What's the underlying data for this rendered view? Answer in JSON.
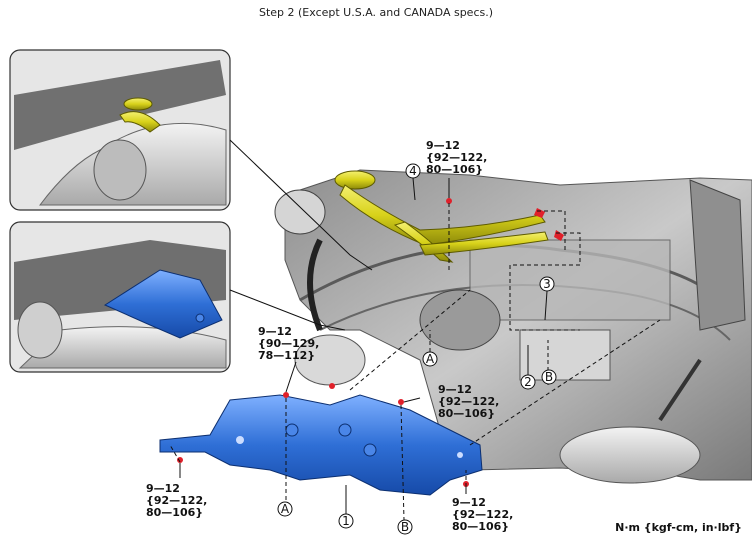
{
  "header": {
    "title": "Step 2 (Except U.S.A. and CANADA specs.)"
  },
  "torques": [
    {
      "id": "t-top",
      "text": "9—12\n{92—122,\n80—106}"
    },
    {
      "id": "t-left",
      "text": "9—12\n{90—129,\n78—112}"
    },
    {
      "id": "t-mid",
      "text": "9—12\n{92—122,\n80—106}"
    },
    {
      "id": "t-bottom-left",
      "text": "9—12\n{92—122,\n80—106}"
    },
    {
      "id": "t-bottom-right",
      "text": "9—12\n{92—122,\n80—106}"
    }
  ],
  "callouts": {
    "n1": "1",
    "n2": "2",
    "n3": "3",
    "n4": "4",
    "a_upper": "A",
    "a_lower": "A",
    "b_upper": "B",
    "b_lower": "B"
  },
  "footer": {
    "units": "N·m {kgf-cm, in·lbf}"
  },
  "colors": {
    "bracket_blue": "#2f6fd6",
    "filler_yellow": "#d8d21a",
    "bolt_red": "#e0202a"
  }
}
